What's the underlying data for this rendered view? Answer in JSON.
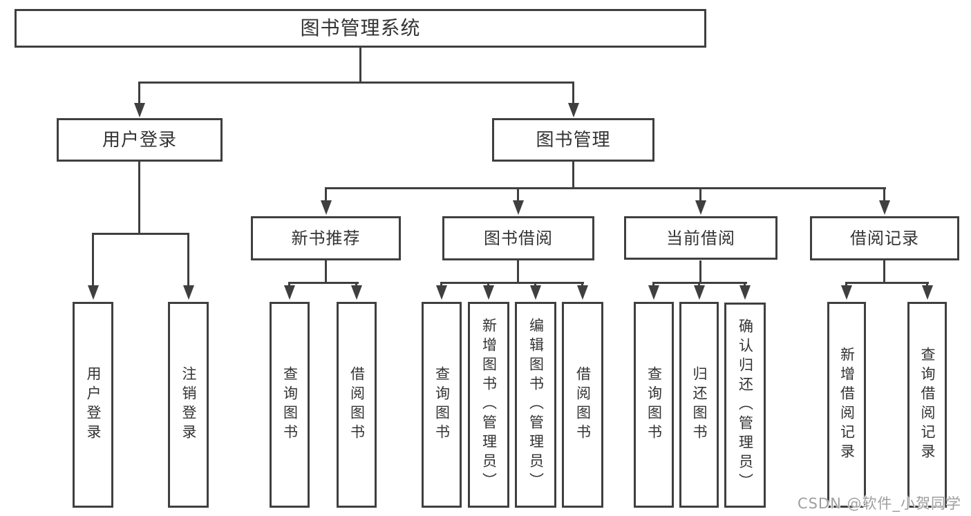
{
  "colors": {
    "line": "#3f3f3f",
    "box_border": "#3f3f3f",
    "text": "#333333",
    "background": "#ffffff",
    "watermark": "#9e9e9e"
  },
  "diagram": {
    "root": {
      "label": "图书管理系统"
    },
    "level2": [
      {
        "label": "用户登录",
        "parent": "图书管理系统"
      },
      {
        "label": "图书管理",
        "parent": "图书管理系统"
      }
    ],
    "level3": [
      {
        "label": "新书推荐",
        "parent": "图书管理"
      },
      {
        "label": "图书借阅",
        "parent": "图书管理"
      },
      {
        "label": "当前借阅",
        "parent": "图书管理"
      },
      {
        "label": "借阅记录",
        "parent": "图书管理"
      }
    ],
    "leaves": [
      {
        "label": "用户登录",
        "parent": "用户登录"
      },
      {
        "label": "注销登录",
        "parent": "用户登录"
      },
      {
        "label": "查询图书",
        "parent": "新书推荐"
      },
      {
        "label": "借阅图书",
        "parent": "新书推荐"
      },
      {
        "label": "查询图书",
        "parent": "图书借阅"
      },
      {
        "label": "新增图书（管理员）",
        "parent": "图书借阅"
      },
      {
        "label": "编辑图书（管理员）",
        "parent": "图书借阅"
      },
      {
        "label": "借阅图书",
        "parent": "图书借阅"
      },
      {
        "label": "查询图书",
        "parent": "当前借阅"
      },
      {
        "label": "归还图书",
        "parent": "当前借阅"
      },
      {
        "label": "确认归还（管理员）",
        "parent": "当前借阅"
      },
      {
        "label": "新增借阅记录",
        "parent": "借阅记录"
      },
      {
        "label": "查询借阅记录",
        "parent": "借阅记录"
      }
    ]
  },
  "watermark": {
    "text": "CSDN @软件_小贺同学"
  }
}
